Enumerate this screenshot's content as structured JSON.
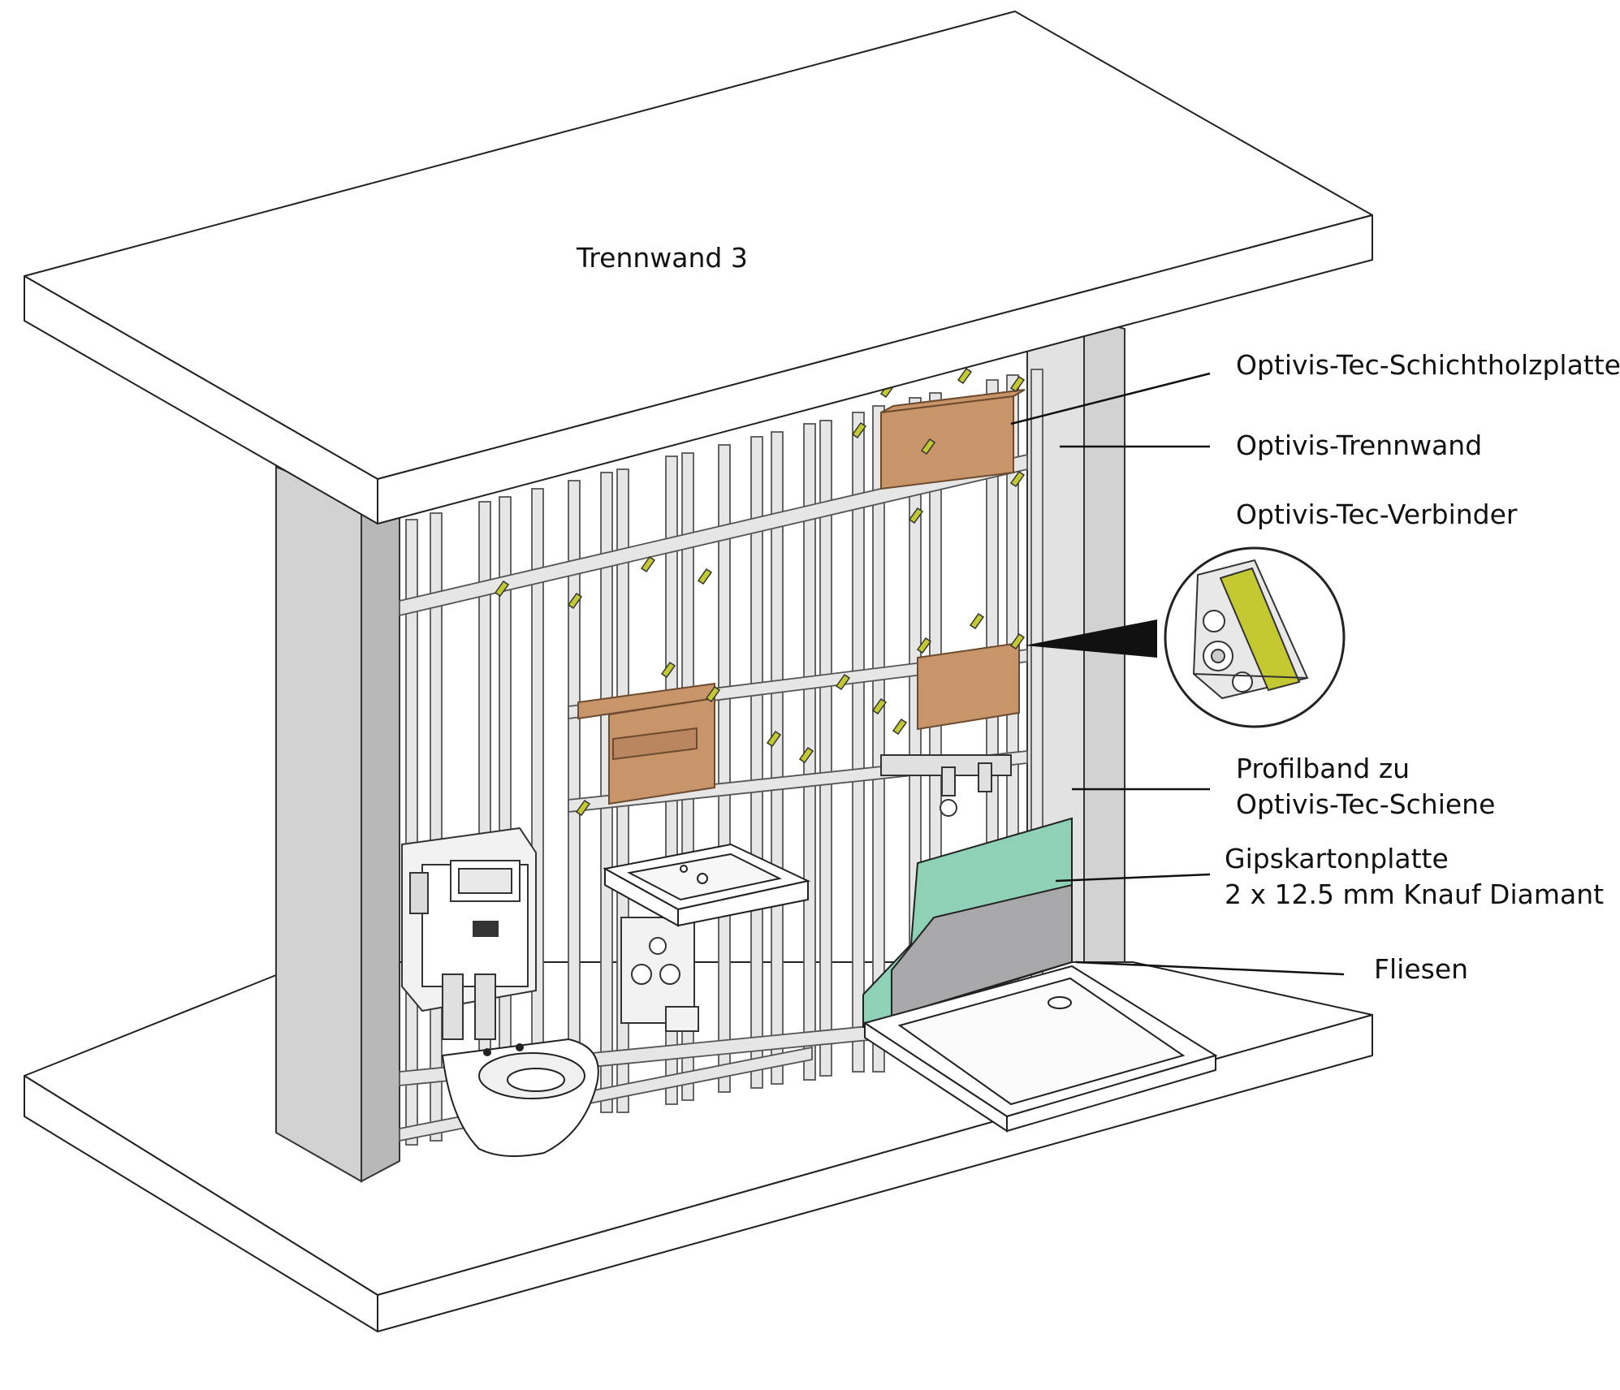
{
  "title": "Trennwand 3",
  "labels": {
    "schichtholzplatte": "Optivis-Tec-Schichtholzplatte",
    "trennwand": "Optivis-Trennwand",
    "verbinder": "Optivis-Tec-Verbinder",
    "profilband_line1": "Profilband zu",
    "profilband_line2": "Optivis-Tec-Schiene",
    "gipskarton_line1": "Gipskartonplatte",
    "gipskarton_line2": "2 x 12.5 mm Knauf Diamant",
    "fliesen": "Fliesen"
  },
  "colors": {
    "wood": "#c8956a",
    "connector": "#c4c831",
    "gypsum": "#8fd1b6",
    "tiles": "#a8a8aa",
    "wall": "#d2d2d2",
    "profile": "#e6e6e6"
  }
}
